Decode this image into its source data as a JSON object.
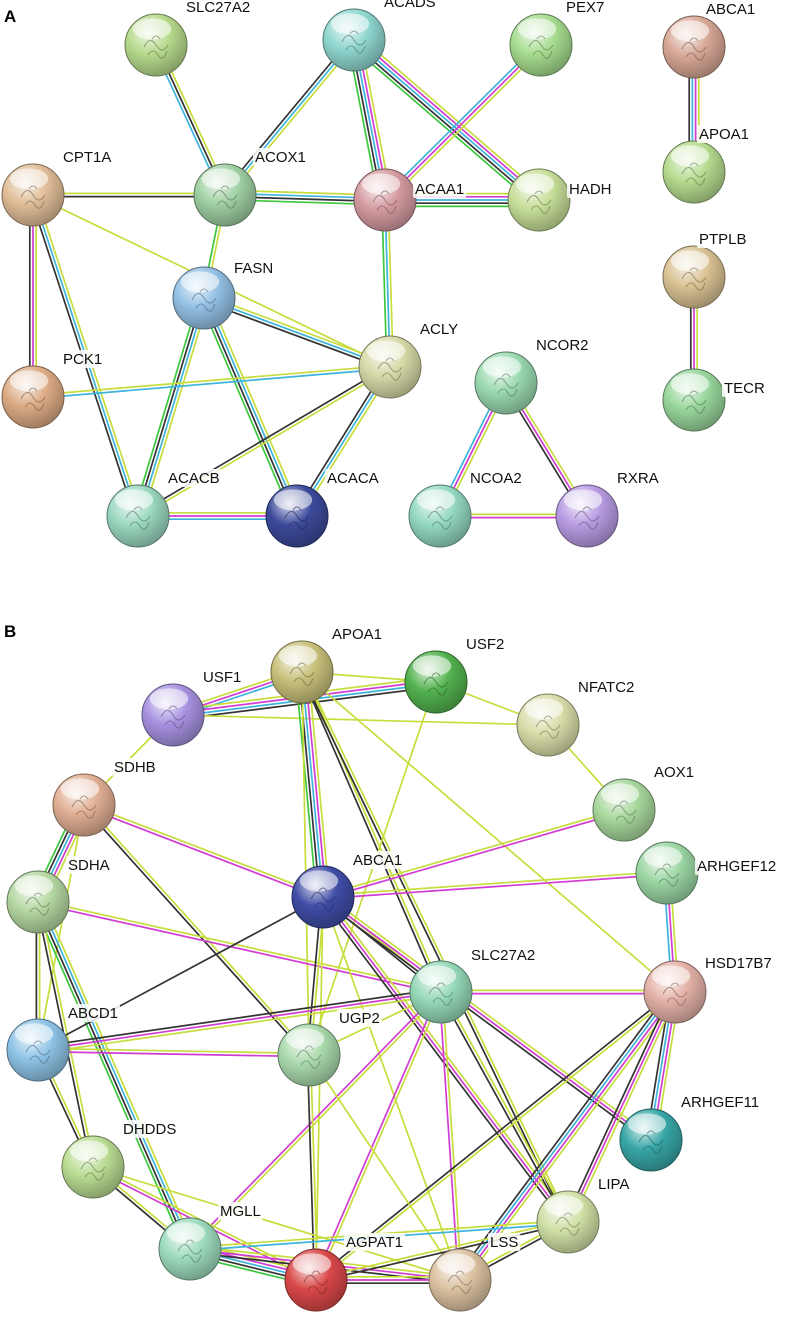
{
  "panels": [
    {
      "label": "A",
      "nodes": [
        {
          "id": "SLC27A2",
          "label": "SLC27A2",
          "color": "#b6d98c"
        },
        {
          "id": "ACADS",
          "label": "ACADS",
          "color": "#8fd6cf"
        },
        {
          "id": "PEX7",
          "label": "PEX7",
          "color": "#a6dc8f"
        },
        {
          "id": "ABCA1",
          "label": "ABCA1",
          "color": "#d7a795"
        },
        {
          "id": "APOA1",
          "label": "APOA1",
          "color": "#b5db8e"
        },
        {
          "id": "CPT1A",
          "label": "CPT1A",
          "color": "#e0bd97"
        },
        {
          "id": "ACOX1",
          "label": "ACOX1",
          "color": "#9fd0a2"
        },
        {
          "id": "ACAA1",
          "label": "ACAA1",
          "color": "#d49ba0"
        },
        {
          "id": "HADH",
          "label": "HADH",
          "color": "#c6de98"
        },
        {
          "id": "PTPLB",
          "label": "PTPLB",
          "color": "#d9c293"
        },
        {
          "id": "FASN",
          "label": "FASN",
          "color": "#93c0e4"
        },
        {
          "id": "PCK1",
          "label": "PCK1",
          "color": "#dcab85"
        },
        {
          "id": "ACLY",
          "label": "ACLY",
          "color": "#d6d8a6"
        },
        {
          "id": "NCOR2",
          "label": "NCOR2",
          "color": "#9ad9b0"
        },
        {
          "id": "TECR",
          "label": "TECR",
          "color": "#98d69c"
        },
        {
          "id": "ACACB",
          "label": "ACACB",
          "color": "#9bd8c0"
        },
        {
          "id": "ACACA",
          "label": "ACACA",
          "color": "#3c4a9a"
        },
        {
          "id": "NCOA2",
          "label": "NCOA2",
          "color": "#93d8c0"
        },
        {
          "id": "RXRA",
          "label": "RXRA",
          "color": "#b79be2"
        }
      ],
      "edges": [
        {
          "source": "SLC27A2",
          "target": "ACOX1",
          "evidence": [
            "textmining",
            "coexpression",
            "database"
          ]
        },
        {
          "source": "ACADS",
          "target": "ACOX1",
          "evidence": [
            "textmining",
            "database",
            "coexpression"
          ]
        },
        {
          "source": "ACADS",
          "target": "ACAA1",
          "evidence": [
            "textmining",
            "experimental",
            "database",
            "coexpression",
            "neighborhood"
          ]
        },
        {
          "source": "ACADS",
          "target": "HADH",
          "evidence": [
            "textmining",
            "experimental",
            "database",
            "coexpression",
            "neighborhood"
          ]
        },
        {
          "source": "PEX7",
          "target": "ACAA1",
          "evidence": [
            "textmining",
            "experimental",
            "database"
          ]
        },
        {
          "source": "ABCA1",
          "target": "APOA1",
          "evidence": [
            "textmining",
            "experimental",
            "database",
            "coexpression"
          ]
        },
        {
          "source": "CPT1A",
          "target": "ACOX1",
          "evidence": [
            "textmining",
            "coexpression"
          ]
        },
        {
          "source": "CPT1A",
          "target": "PCK1",
          "evidence": [
            "textmining",
            "experimental",
            "coexpression"
          ]
        },
        {
          "source": "CPT1A",
          "target": "ACACB",
          "evidence": [
            "textmining",
            "database",
            "coexpression"
          ]
        },
        {
          "source": "CPT1A",
          "target": "ACLY",
          "evidence": [
            "textmining"
          ]
        },
        {
          "source": "ACOX1",
          "target": "ACAA1",
          "evidence": [
            "textmining",
            "database",
            "coexpression",
            "neighborhood"
          ]
        },
        {
          "source": "ACOX1",
          "target": "FASN",
          "evidence": [
            "textmining",
            "neighborhood"
          ]
        },
        {
          "source": "ACAA1",
          "target": "HADH",
          "evidence": [
            "textmining",
            "experimental",
            "database",
            "coexpression",
            "neighborhood"
          ]
        },
        {
          "source": "ACAA1",
          "target": "ACLY",
          "evidence": [
            "textmining",
            "database",
            "neighborhood"
          ]
        },
        {
          "source": "PTPLB",
          "target": "TECR",
          "evidence": [
            "textmining",
            "experimental",
            "coexpression"
          ]
        },
        {
          "source": "FASN",
          "target": "ACLY",
          "evidence": [
            "textmining",
            "database",
            "coexpression"
          ]
        },
        {
          "source": "FASN",
          "target": "ACACB",
          "evidence": [
            "textmining",
            "database",
            "coexpression",
            "neighborhood"
          ]
        },
        {
          "source": "FASN",
          "target": "ACACA",
          "evidence": [
            "textmining",
            "database",
            "coexpression",
            "neighborhood"
          ]
        },
        {
          "source": "PCK1",
          "target": "ACLY",
          "evidence": [
            "textmining",
            "database"
          ]
        },
        {
          "source": "ACLY",
          "target": "ACACB",
          "evidence": [
            "textmining",
            "coexpression"
          ]
        },
        {
          "source": "ACLY",
          "target": "ACACA",
          "evidence": [
            "textmining",
            "database",
            "coexpression"
          ]
        },
        {
          "source": "ACACB",
          "target": "ACACA",
          "evidence": [
            "textmining",
            "experimental",
            "database"
          ]
        },
        {
          "source": "NCOR2",
          "target": "NCOA2",
          "evidence": [
            "textmining",
            "experimental",
            "database"
          ]
        },
        {
          "source": "NCOR2",
          "target": "RXRA",
          "evidence": [
            "textmining",
            "experimental",
            "coexpression"
          ]
        },
        {
          "source": "NCOA2",
          "target": "RXRA",
          "evidence": [
            "textmining",
            "experimental"
          ]
        }
      ]
    },
    {
      "label": "B",
      "nodes": [
        {
          "id": "APOA1",
          "label": "APOA1",
          "color": "#c8c07a"
        },
        {
          "id": "USF2",
          "label": "USF2",
          "color": "#52b24e"
        },
        {
          "id": "USF1",
          "label": "USF1",
          "color": "#a691e0"
        },
        {
          "id": "NFATC2",
          "label": "NFATC2",
          "color": "#d9dca8"
        },
        {
          "id": "SDHB",
          "label": "SDHB",
          "color": "#e0ae93"
        },
        {
          "id": "AOX1",
          "label": "AOX1",
          "color": "#a7d79c"
        },
        {
          "id": "ABCA1",
          "label": "ABCA1",
          "color": "#3f4da6"
        },
        {
          "id": "ARHGEF12",
          "label": "ARHGEF12",
          "color": "#9bd6a3"
        },
        {
          "id": "SDHA",
          "label": "SDHA",
          "color": "#b4d7a1"
        },
        {
          "id": "SLC27A2",
          "label": "SLC27A2",
          "color": "#95d8b6"
        },
        {
          "id": "HSD17B7",
          "label": "HSD17B7",
          "color": "#e3b1a6"
        },
        {
          "id": "ABCD1",
          "label": "ABCD1",
          "color": "#8ec3e6"
        },
        {
          "id": "UGP2",
          "label": "UGP2",
          "color": "#a9d9ab"
        },
        {
          "id": "ARHGEF11",
          "label": "ARHGEF11",
          "color": "#38a6a6"
        },
        {
          "id": "DHDDS",
          "label": "DHDDS",
          "color": "#b9db92"
        },
        {
          "id": "LIPA",
          "label": "LIPA",
          "color": "#cfe0a5"
        },
        {
          "id": "MGLL",
          "label": "MGLL",
          "color": "#9ddbbc"
        },
        {
          "id": "AGPAT1",
          "label": "AGPAT1",
          "color": "#d94848"
        },
        {
          "id": "LSS",
          "label": "LSS",
          "color": "#dbc2a1"
        }
      ],
      "edges": [
        {
          "source": "USF1",
          "target": "APOA1",
          "evidence": [
            "textmining",
            "experimental",
            "database"
          ]
        },
        {
          "source": "USF1",
          "target": "USF2",
          "evidence": [
            "textmining",
            "experimental",
            "database",
            "coexpression"
          ]
        },
        {
          "source": "USF1",
          "target": "NFATC2",
          "evidence": [
            "textmining"
          ]
        },
        {
          "source": "USF1",
          "target": "SDHB",
          "evidence": [
            "textmining"
          ]
        },
        {
          "source": "APOA1",
          "target": "USF2",
          "evidence": [
            "textmining"
          ]
        },
        {
          "source": "APOA1",
          "target": "ABCA1",
          "evidence": [
            "textmining",
            "experimental",
            "database",
            "coexpression",
            "neighborhood"
          ]
        },
        {
          "source": "APOA1",
          "target": "SLC27A2",
          "evidence": [
            "textmining",
            "coexpression"
          ]
        },
        {
          "source": "APOA1",
          "target": "LIPA",
          "evidence": [
            "textmining",
            "coexpression"
          ]
        },
        {
          "source": "APOA1",
          "target": "HSD17B7",
          "evidence": [
            "textmining"
          ]
        },
        {
          "source": "APOA1",
          "target": "UGP2",
          "evidence": [
            "textmining"
          ]
        },
        {
          "source": "USF2",
          "target": "NFATC2",
          "evidence": [
            "textmining"
          ]
        },
        {
          "source": "USF2",
          "target": "UGP2",
          "evidence": [
            "textmining"
          ]
        },
        {
          "source": "NFATC2",
          "target": "AOX1",
          "evidence": [
            "textmining"
          ]
        },
        {
          "source": "SDHB",
          "target": "SDHA",
          "evidence": [
            "textmining",
            "experimental",
            "database",
            "coexpression",
            "neighborhood"
          ]
        },
        {
          "source": "SDHB",
          "target": "UGP2",
          "evidence": [
            "textmining",
            "coexpression"
          ]
        },
        {
          "source": "SDHB",
          "target": "ABCA1",
          "evidence": [
            "textmining",
            "experimental"
          ]
        },
        {
          "source": "SDHB",
          "target": "ABCD1",
          "evidence": [
            "textmining"
          ]
        },
        {
          "source": "SDHA",
          "target": "SLC27A2",
          "evidence": [
            "textmining",
            "experimental"
          ]
        },
        {
          "source": "SDHA",
          "target": "ABCD1",
          "evidence": [
            "textmining",
            "coexpression"
          ]
        },
        {
          "source": "SDHA",
          "target": "MGLL",
          "evidence": [
            "textmining",
            "database",
            "coexpression",
            "neighborhood"
          ]
        },
        {
          "source": "SDHA",
          "target": "DHDDS",
          "evidence": [
            "textmining",
            "coexpression"
          ]
        },
        {
          "source": "ABCA1",
          "target": "AOX1",
          "evidence": [
            "textmining",
            "experimental"
          ]
        },
        {
          "source": "ABCA1",
          "target": "ARHGEF12",
          "evidence": [
            "textmining",
            "experimental"
          ]
        },
        {
          "source": "ABCA1",
          "target": "SLC27A2",
          "evidence": [
            "textmining",
            "coexpression"
          ]
        },
        {
          "source": "ABCA1",
          "target": "LIPA",
          "evidence": [
            "textmining",
            "experimental",
            "coexpression"
          ]
        },
        {
          "source": "ABCA1",
          "target": "ARHGEF11",
          "evidence": [
            "textmining",
            "experimental",
            "coexpression"
          ]
        },
        {
          "source": "ABCA1",
          "target": "UGP2",
          "evidence": [
            "textmining",
            "coexpression"
          ]
        },
        {
          "source": "ABCA1",
          "target": "ABCD1",
          "evidence": [
            "coexpression"
          ]
        },
        {
          "source": "ABCA1",
          "target": "LSS",
          "evidence": [
            "textmining"
          ]
        },
        {
          "source": "ABCA1",
          "target": "AGPAT1",
          "evidence": [
            "textmining"
          ]
        },
        {
          "source": "ARHGEF12",
          "target": "HSD17B7",
          "evidence": [
            "textmining",
            "experimental",
            "database"
          ]
        },
        {
          "source": "SLC27A2",
          "target": "HSD17B7",
          "evidence": [
            "textmining",
            "experimental"
          ]
        },
        {
          "source": "SLC27A2",
          "target": "ABCD1",
          "evidence": [
            "textmining",
            "experimental",
            "coexpression"
          ]
        },
        {
          "source": "SLC27A2",
          "target": "UGP2",
          "evidence": [
            "textmining"
          ]
        },
        {
          "source": "SLC27A2",
          "target": "AGPAT1",
          "evidence": [
            "textmining",
            "experimental"
          ]
        },
        {
          "source": "SLC27A2",
          "target": "LSS",
          "evidence": [
            "textmining",
            "experimental"
          ]
        },
        {
          "source": "SLC27A2",
          "target": "MGLL",
          "evidence": [
            "textmining",
            "experimental"
          ]
        },
        {
          "source": "SLC27A2",
          "target": "LIPA",
          "evidence": [
            "textmining",
            "coexpression"
          ]
        },
        {
          "source": "HSD17B7",
          "target": "ARHGEF11",
          "evidence": [
            "textmining",
            "experimental",
            "database",
            "coexpression"
          ]
        },
        {
          "source": "HSD17B7",
          "target": "LSS",
          "evidence": [
            "textmining",
            "experimental",
            "database",
            "coexpression"
          ]
        },
        {
          "source": "HSD17B7",
          "target": "LIPA",
          "evidence": [
            "textmining",
            "experimental",
            "coexpression"
          ]
        },
        {
          "source": "HSD17B7",
          "target": "AGPAT1",
          "evidence": [
            "textmining",
            "coexpression"
          ]
        },
        {
          "source": "ABCD1",
          "target": "UGP2",
          "evidence": [
            "textmining",
            "experimental"
          ]
        },
        {
          "source": "ABCD1",
          "target": "DHDDS",
          "evidence": [
            "textmining",
            "coexpression"
          ]
        },
        {
          "source": "UGP2",
          "target": "AGPAT1",
          "evidence": [
            "textmining",
            "coexpression"
          ]
        },
        {
          "source": "UGP2",
          "target": "LSS",
          "evidence": [
            "textmining"
          ]
        },
        {
          "source": "DHDDS",
          "target": "MGLL",
          "evidence": [
            "textmining",
            "coexpression"
          ]
        },
        {
          "source": "DHDDS",
          "target": "AGPAT1",
          "evidence": [
            "textmining",
            "experimental"
          ]
        },
        {
          "source": "DHDDS",
          "target": "LSS",
          "evidence": [
            "textmining"
          ]
        },
        {
          "source": "MGLL",
          "target": "AGPAT1",
          "evidence": [
            "textmining",
            "experimental",
            "database",
            "coexpression",
            "neighborhood"
          ]
        },
        {
          "source": "MGLL",
          "target": "LSS",
          "evidence": [
            "textmining",
            "experimental",
            "coexpression"
          ]
        },
        {
          "source": "MGLL",
          "target": "LIPA",
          "evidence": [
            "textmining",
            "database"
          ]
        },
        {
          "source": "AGPAT1",
          "target": "LSS",
          "evidence": [
            "textmining",
            "experimental",
            "coexpression"
          ]
        },
        {
          "source": "AGPAT1",
          "target": "LIPA",
          "evidence": [
            "textmining",
            "coexpression"
          ]
        },
        {
          "source": "LSS",
          "target": "LIPA",
          "evidence": [
            "textmining",
            "coexpression"
          ]
        }
      ]
    }
  ],
  "evidence_colors": {
    "textmining": "#c8dc3c",
    "coexpression": "#333333",
    "experimental": "#d23cd2",
    "database": "#3cb4dc",
    "neighborhood": "#3cc83c"
  }
}
